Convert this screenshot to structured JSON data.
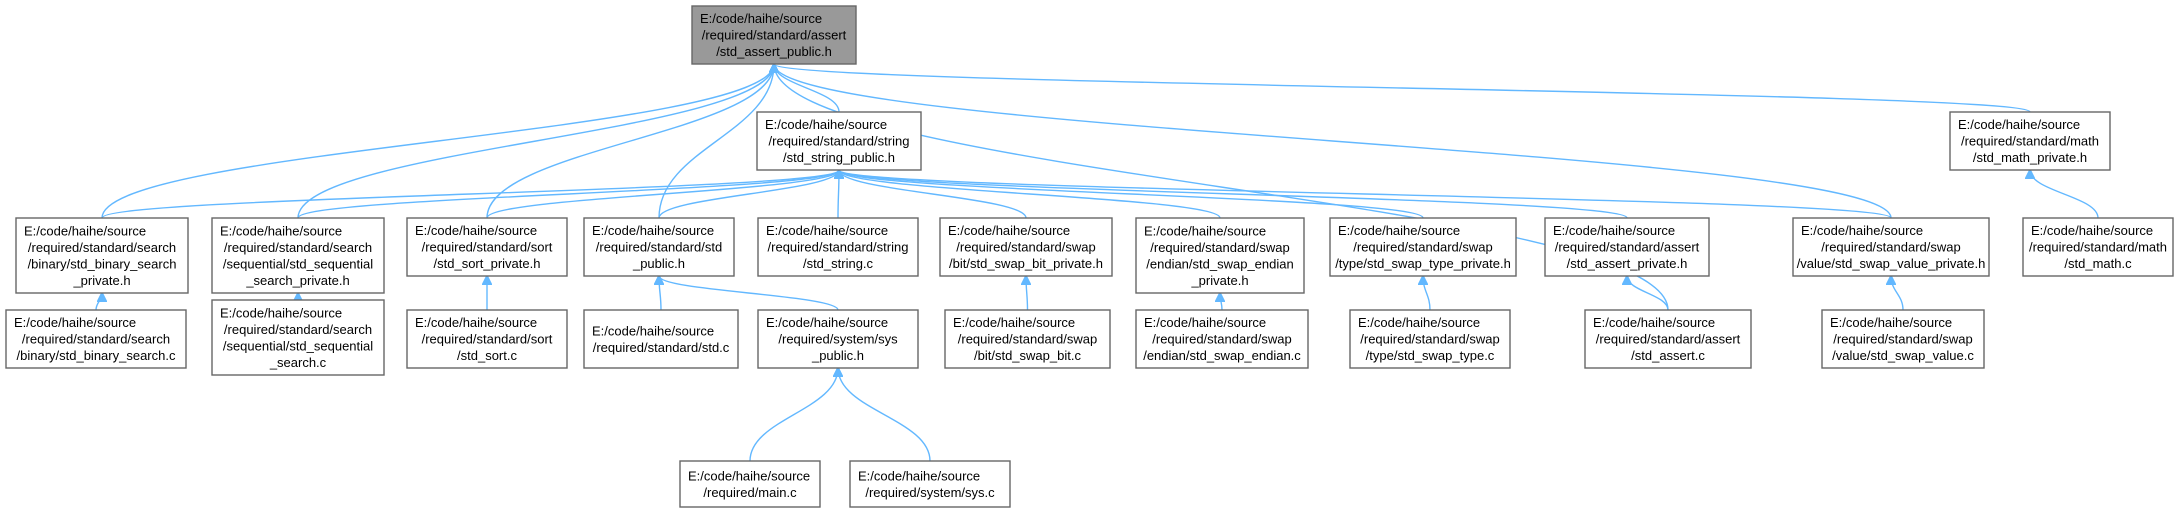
{
  "nodes": [
    {
      "id": "std_assert_public_h",
      "lines": [
        "E:/code/haihe/source",
        "/required/standard/assert",
        "/std_assert_public.h"
      ],
      "root": true
    },
    {
      "id": "std_string_public_h",
      "lines": [
        "E:/code/haihe/source",
        "/required/standard/string",
        "/std_string_public.h"
      ]
    },
    {
      "id": "std_math_private_h",
      "lines": [
        "E:/code/haihe/source",
        "/required/standard/math",
        "/std_math_private.h"
      ]
    },
    {
      "id": "std_binary_search_private_h",
      "lines": [
        "E:/code/haihe/source",
        "/required/standard/search",
        "/binary/std_binary_search",
        "_private.h"
      ]
    },
    {
      "id": "std_sequential_search_private_h",
      "lines": [
        "E:/code/haihe/source",
        "/required/standard/search",
        "/sequential/std_sequential",
        "_search_private.h"
      ]
    },
    {
      "id": "std_sort_private_h",
      "lines": [
        "E:/code/haihe/source",
        "/required/standard/sort",
        "/std_sort_private.h"
      ]
    },
    {
      "id": "std_public_h",
      "lines": [
        "E:/code/haihe/source",
        "/required/standard/std",
        "_public.h"
      ]
    },
    {
      "id": "std_string_c",
      "lines": [
        "E:/code/haihe/source",
        "/required/standard/string",
        "/std_string.c"
      ]
    },
    {
      "id": "std_swap_bit_private_h",
      "lines": [
        "E:/code/haihe/source",
        "/required/standard/swap",
        "/bit/std_swap_bit_private.h"
      ]
    },
    {
      "id": "std_swap_endian_private_h",
      "lines": [
        "E:/code/haihe/source",
        "/required/standard/swap",
        "/endian/std_swap_endian",
        "_private.h"
      ]
    },
    {
      "id": "std_swap_type_private_h",
      "lines": [
        "E:/code/haihe/source",
        "/required/standard/swap",
        "/type/std_swap_type_private.h"
      ]
    },
    {
      "id": "std_assert_private_h",
      "lines": [
        "E:/code/haihe/source",
        "/required/standard/assert",
        "/std_assert_private.h"
      ]
    },
    {
      "id": "std_swap_value_private_h",
      "lines": [
        "E:/code/haihe/source",
        "/required/standard/swap",
        "/value/std_swap_value_private.h"
      ]
    },
    {
      "id": "std_math_c",
      "lines": [
        "E:/code/haihe/source",
        "/required/standard/math",
        "/std_math.c"
      ]
    },
    {
      "id": "std_binary_search_c",
      "lines": [
        "E:/code/haihe/source",
        "/required/standard/search",
        "/binary/std_binary_search.c"
      ]
    },
    {
      "id": "std_sequential_search_c",
      "lines": [
        "E:/code/haihe/source",
        "/required/standard/search",
        "/sequential/std_sequential",
        "_search.c"
      ]
    },
    {
      "id": "std_sort_c",
      "lines": [
        "E:/code/haihe/source",
        "/required/standard/sort",
        "/std_sort.c"
      ]
    },
    {
      "id": "std_c",
      "lines": [
        "E:/code/haihe/source",
        "/required/standard/std.c"
      ]
    },
    {
      "id": "sys_public_h",
      "lines": [
        "E:/code/haihe/source",
        "/required/system/sys",
        "_public.h"
      ]
    },
    {
      "id": "std_swap_bit_c",
      "lines": [
        "E:/code/haihe/source",
        "/required/standard/swap",
        "/bit/std_swap_bit.c"
      ]
    },
    {
      "id": "std_swap_endian_c",
      "lines": [
        "E:/code/haihe/source",
        "/required/standard/swap",
        "/endian/std_swap_endian.c"
      ]
    },
    {
      "id": "std_swap_type_c",
      "lines": [
        "E:/code/haihe/source",
        "/required/standard/swap",
        "/type/std_swap_type.c"
      ]
    },
    {
      "id": "std_assert_c",
      "lines": [
        "E:/code/haihe/source",
        "/required/standard/assert",
        "/std_assert.c"
      ]
    },
    {
      "id": "std_swap_value_c",
      "lines": [
        "E:/code/haihe/source",
        "/required/standard/swap",
        "/value/std_swap_value.c"
      ]
    },
    {
      "id": "main_c",
      "lines": [
        "E:/code/haihe/source",
        "/required/main.c"
      ]
    },
    {
      "id": "sys_c",
      "lines": [
        "E:/code/haihe/source",
        "/required/system/sys.c"
      ]
    }
  ],
  "edges": [
    {
      "from": "std_string_public_h",
      "to": "std_assert_public_h"
    },
    {
      "from": "std_math_private_h",
      "to": "std_assert_public_h"
    },
    {
      "from": "std_binary_search_private_h",
      "to": "std_assert_public_h"
    },
    {
      "from": "std_sequential_search_private_h",
      "to": "std_assert_public_h"
    },
    {
      "from": "std_sort_private_h",
      "to": "std_assert_public_h"
    },
    {
      "from": "std_public_h",
      "to": "std_assert_public_h"
    },
    {
      "from": "std_swap_value_private_h",
      "to": "std_assert_public_h"
    },
    {
      "from": "std_assert_c",
      "to": "std_assert_public_h"
    },
    {
      "from": "std_binary_search_private_h",
      "to": "std_string_public_h"
    },
    {
      "from": "std_sequential_search_private_h",
      "to": "std_string_public_h"
    },
    {
      "from": "std_sort_private_h",
      "to": "std_string_public_h"
    },
    {
      "from": "std_public_h",
      "to": "std_string_public_h"
    },
    {
      "from": "std_string_c",
      "to": "std_string_public_h"
    },
    {
      "from": "std_swap_bit_private_h",
      "to": "std_string_public_h"
    },
    {
      "from": "std_swap_endian_private_h",
      "to": "std_string_public_h"
    },
    {
      "from": "std_swap_type_private_h",
      "to": "std_string_public_h"
    },
    {
      "from": "std_assert_private_h",
      "to": "std_string_public_h"
    },
    {
      "from": "std_swap_value_private_h",
      "to": "std_string_public_h"
    },
    {
      "from": "std_math_c",
      "to": "std_math_private_h"
    },
    {
      "from": "std_binary_search_c",
      "to": "std_binary_search_private_h"
    },
    {
      "from": "std_sequential_search_c",
      "to": "std_sequential_search_private_h"
    },
    {
      "from": "std_sort_c",
      "to": "std_sort_private_h"
    },
    {
      "from": "std_c",
      "to": "std_public_h"
    },
    {
      "from": "sys_public_h",
      "to": "std_public_h"
    },
    {
      "from": "std_swap_bit_c",
      "to": "std_swap_bit_private_h"
    },
    {
      "from": "std_swap_endian_c",
      "to": "std_swap_endian_private_h"
    },
    {
      "from": "std_swap_type_c",
      "to": "std_swap_type_private_h"
    },
    {
      "from": "std_assert_c",
      "to": "std_assert_private_h"
    },
    {
      "from": "std_swap_value_c",
      "to": "std_swap_value_private_h"
    },
    {
      "from": "main_c",
      "to": "sys_public_h"
    },
    {
      "from": "sys_c",
      "to": "sys_public_h"
    }
  ]
}
